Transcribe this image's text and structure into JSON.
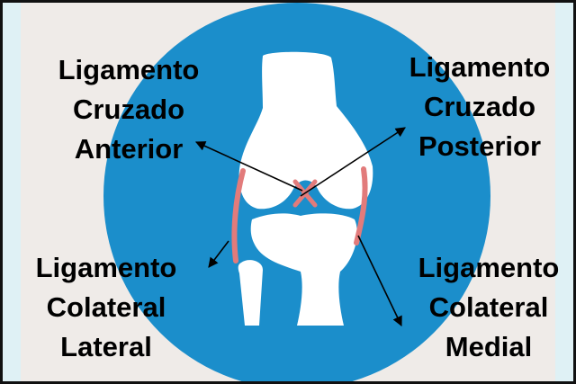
{
  "colors": {
    "background": "#efebe8",
    "edge": "#dff1f5",
    "circle": "#1b8ecb",
    "bone": "#ffffff",
    "ligament": "#e27b7b",
    "arrow": "#000000",
    "text": "#000000"
  },
  "labels": {
    "acl": {
      "line1": "Ligamento",
      "line2": "Cruzado",
      "line3": "Anterior"
    },
    "pcl": {
      "line1": "Ligamento",
      "line2": "Cruzado",
      "line3": "Posterior"
    },
    "lcl": {
      "line1": "Ligamento",
      "line2": "Colateral",
      "line3": "Lateral"
    },
    "mcl": {
      "line1": "Ligamento",
      "line2": "Colateral",
      "line3": "Medial"
    }
  }
}
